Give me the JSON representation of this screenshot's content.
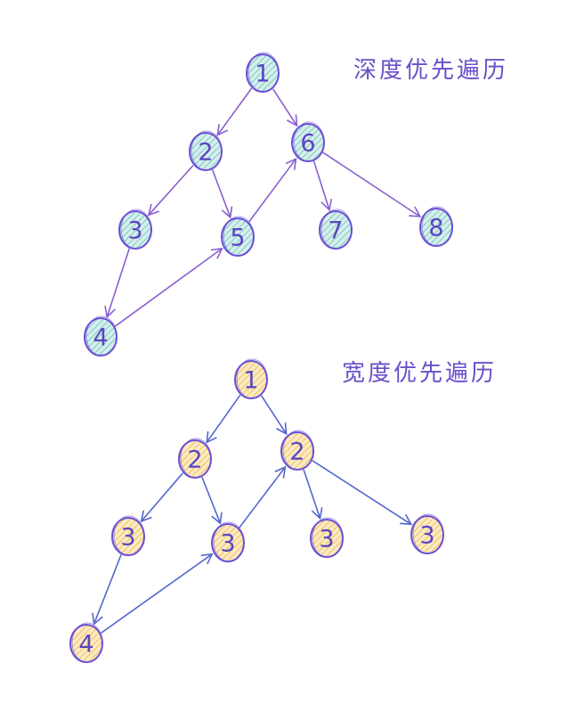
{
  "colors": {
    "dfs_fill": "#a9dcd6",
    "dfs_stroke": "#6a4fd6",
    "dfs_edge": "#8a5fd0",
    "bfs_fill": "#f7d58a",
    "bfs_stroke": "#6a4fd6",
    "bfs_edge": "#5266cf",
    "text": "#5b45c4"
  },
  "diagrams": {
    "dfs": {
      "title": "深度优先遍历",
      "nodes": [
        {
          "id": "n1",
          "label": "1"
        },
        {
          "id": "n2",
          "label": "2"
        },
        {
          "id": "n3",
          "label": "3"
        },
        {
          "id": "n4",
          "label": "4"
        },
        {
          "id": "n5",
          "label": "5"
        },
        {
          "id": "n6",
          "label": "6"
        },
        {
          "id": "n7",
          "label": "7"
        },
        {
          "id": "n8",
          "label": "8"
        }
      ],
      "edges": [
        {
          "from": "n1",
          "to": "n2"
        },
        {
          "from": "n1",
          "to": "n6"
        },
        {
          "from": "n2",
          "to": "n3"
        },
        {
          "from": "n2",
          "to": "n5"
        },
        {
          "from": "n3",
          "to": "n4"
        },
        {
          "from": "n4",
          "to": "n5"
        },
        {
          "from": "n5",
          "to": "n6"
        },
        {
          "from": "n6",
          "to": "n7"
        },
        {
          "from": "n6",
          "to": "n8"
        }
      ]
    },
    "bfs": {
      "title": "宽度优先遍历",
      "nodes": [
        {
          "id": "n1",
          "label": "1"
        },
        {
          "id": "n2",
          "label": "2"
        },
        {
          "id": "n3",
          "label": "3"
        },
        {
          "id": "n4",
          "label": "4"
        },
        {
          "id": "n5",
          "label": "3"
        },
        {
          "id": "n6",
          "label": "2"
        },
        {
          "id": "n7",
          "label": "3"
        },
        {
          "id": "n8",
          "label": "3"
        }
      ],
      "edges": [
        {
          "from": "n1",
          "to": "n2"
        },
        {
          "from": "n1",
          "to": "n6"
        },
        {
          "from": "n2",
          "to": "n3"
        },
        {
          "from": "n2",
          "to": "n5"
        },
        {
          "from": "n3",
          "to": "n4"
        },
        {
          "from": "n4",
          "to": "n5"
        },
        {
          "from": "n5",
          "to": "n6"
        },
        {
          "from": "n6",
          "to": "n7"
        },
        {
          "from": "n6",
          "to": "n8"
        }
      ]
    }
  }
}
